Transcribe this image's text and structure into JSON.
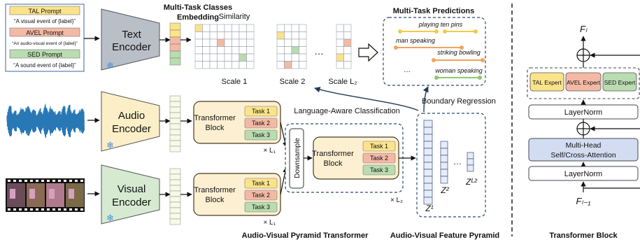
{
  "colors": {
    "tal": "#fbe38a",
    "avel": "#f4b9a5",
    "sed": "#b9dcb0",
    "encoder": "#b9bfc7",
    "audio_encoder": "#fcefc8",
    "visual_encoder": "#d6ead2",
    "transformer": "#fdf0d2",
    "attention": "#d3ddf1",
    "waveform": "#2878b5",
    "track_yellow": "#f2c94c",
    "track_orange": "#f2a35e",
    "track_green": "#8cc96b"
  },
  "prompts": {
    "tal_title": "TAL Prompt",
    "tal_text": "“A visual event of {label}”",
    "avel_title": "AVEL Prompt",
    "avel_text": "“An audio-visual event of {label}”",
    "sed_title": "SED Prompt",
    "sed_text": "“A sound event of {label}”"
  },
  "encoders": {
    "text": [
      "Text",
      "Encoder"
    ],
    "audio": [
      "Audio",
      "Encoder"
    ],
    "visual": [
      "Visual",
      "Encoder"
    ]
  },
  "heads": {
    "embedding": [
      "Multi-Task Classes",
      "Embedding"
    ],
    "similarity": "Similarity",
    "scale1": "Scale 1",
    "scale2": "Scale 2",
    "scaleL2": "Scale L₂",
    "ellipsis": "…",
    "predictions": "Multi-Task Predictions"
  },
  "predictions": {
    "items": [
      "playing ten pins",
      "man speaking",
      "striking bowling",
      "woman speaking"
    ],
    "dots": "…"
  },
  "blocks": {
    "transformer": [
      "Transformer",
      "Block"
    ],
    "tasks": [
      "Task 1",
      "Task 2",
      "Task 3"
    ],
    "times_l1": "× L₁",
    "times_l2": "× L₂",
    "downsample": "Downsample"
  },
  "pyramid": {
    "z1": "Z¹",
    "z2": "Z²",
    "zl2": "Zᴸ²",
    "dots": "…"
  },
  "arrows": {
    "lang_cls": "Language-Aware Classification",
    "boundary": "Boundary Regression"
  },
  "captions": {
    "pyramid_transformer": "Audio-Visual Pyramid Transformer",
    "feature_pyramid": "Audio-Visual Feature Pyramid",
    "transformer_block": "Transformer Block"
  },
  "tblock": {
    "out": "Fₗ",
    "in": "Fₗ₋₁",
    "experts": [
      "TAL Expert",
      "AVEL Expert",
      "SED Expert"
    ],
    "layernorm1": "LayerNorm",
    "layernorm2": "LayerNorm",
    "attention": [
      "Multi-Head",
      "Self/Cross-Attention"
    ]
  }
}
